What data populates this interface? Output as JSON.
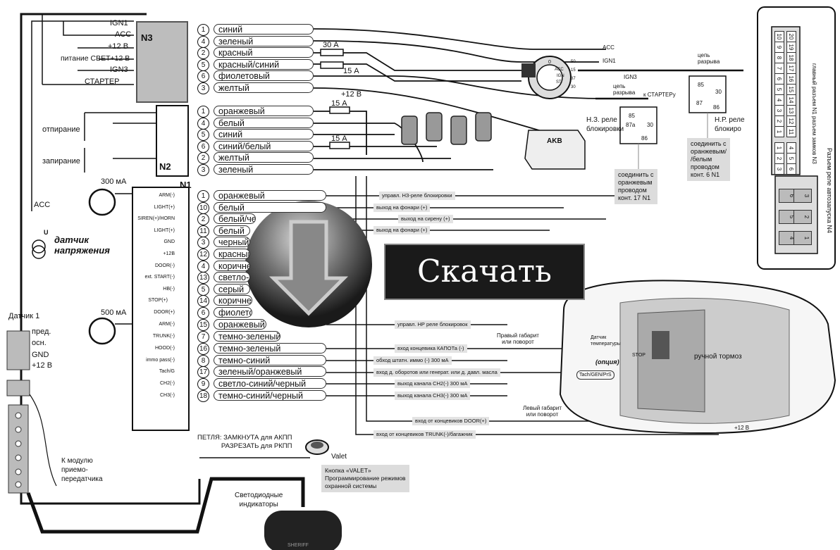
{
  "download_button": "Скачать",
  "n3": {
    "connector_label": "N3",
    "pins": [
      "IGN1",
      "ACC",
      "+12 В",
      "питание СВЕТ+12 В",
      "IGN3",
      "СТАРТЕР"
    ],
    "numbers": [
      "1",
      "4",
      "2",
      "5",
      "6",
      "3"
    ],
    "wires": [
      "синий",
      "зеленый",
      "красный",
      "красный/синий",
      "фиолетовый",
      "желтый"
    ],
    "fuses": [
      "30 А",
      "15 А"
    ]
  },
  "n2": {
    "connector_label": "N2",
    "numbers": [
      "1",
      "4",
      "5",
      "6",
      "2",
      "3"
    ],
    "wires": [
      "оранжевый",
      "белый",
      "синий",
      "синий/белый",
      "желтый",
      "зеленый"
    ],
    "fuses": [
      "15 А",
      "15 А"
    ],
    "plus12": "+12 В",
    "unlock": "отпирание",
    "lock": "запирание"
  },
  "n1": {
    "connector_label": "N1",
    "pins": [
      "ARM(-)",
      "LIGHT(+)",
      "SIREN(+)/HORN",
      "LIGHT(+)",
      "GND",
      "+12В",
      "DOOR(-)",
      "ext. START(-)",
      "HB(-)",
      "STOP(+)",
      "DOOR(+)",
      "ARM(-)",
      "TRUNK(-)",
      "HOOD(-)",
      "immo pass(-)",
      "Tach/G",
      "CH2(-)",
      "CH3(-)"
    ],
    "numbers": [
      "1",
      "10",
      "2",
      "11",
      "3",
      "12",
      "4",
      "13",
      "5",
      "14",
      "6",
      "15",
      "7",
      "16",
      "8",
      "17",
      "9",
      "18"
    ],
    "wires": [
      "оранжевый",
      "белый",
      "белый/черный",
      "белый",
      "черный",
      "красный",
      "коричневый",
      "светло-",
      "серый",
      "коричневый",
      "фиолетовый",
      "оранжевый",
      "темно-зеленый",
      "темно-зеленый",
      "темно-синий",
      "зеленый/оранжевый",
      "светло-синий/черный",
      "темно-синий/черный"
    ]
  },
  "outputs": [
    "управл. НЗ-реле блокировки",
    "выход на фонари (+)",
    "выход на сирену (+)",
    "выход на фонари (+)",
    "управл. НР реле блокировок",
    "вход концевика КАПОТа (-)",
    "обход штатн. иммо (-) 300 мА",
    "вход д. оборотов или генерат. или д. давл. масла",
    "выход канала CH2(-)  300 мА",
    "выход канала CH3(-)  300 мА",
    "вход от концевиков DOOR(+)",
    "вход от концевиков TRUNK(-)/багажник"
  ],
  "left": {
    "acc": "ACC",
    "ma300": "300 мА",
    "ma500": "500 мА",
    "voltage_sensor": "датчик\nнапряжения",
    "u": "U",
    "sensor1": "Датчик 1",
    "sensor_pins": [
      "пред.",
      "осн.",
      "GND",
      "+12 В"
    ],
    "module": "К модулю\nприемо-\nпередатчика"
  },
  "ignition": {
    "acc": "ACC",
    "ign1": "IGN1",
    "ign3": "IGN3",
    "s0": "0",
    "acc_pos": "ACC",
    "ign_pos": "IGN",
    "st": "ST",
    "p50": "50",
    "p15": "15",
    "p87": "87",
    "p30": "30"
  },
  "relays": {
    "break1": "цепь\nразрыва",
    "break2": "цепь\nразрыва",
    "to_starter": "к СТАРТЕРу",
    "nz": "Н.З. реле\nблокировки",
    "nr": "Н.Р. реле\nблокиро",
    "nz_pins": [
      "85",
      "87а",
      "30",
      "86"
    ],
    "nr_pins": [
      "85",
      "30",
      "87",
      "86"
    ],
    "note_nr": "соединить с\nоранжевым/\n/белым\nпроводом\nконт. 6 N1",
    "note_nz": "соединить с\nоранжевым\nпроводом\nконт. 17 N1"
  },
  "battery_label": "AKB",
  "unit": {
    "main_connector": "главный разъем N1",
    "lock_connector": "разъем замков N3",
    "relay_connector": "Разъем реле автозапуска N4",
    "top_numbers": [
      "20",
      "19",
      "18",
      "17",
      "16",
      "15",
      "14",
      "13",
      "12",
      "11"
    ],
    "bottom_numbers": [
      "10",
      "9",
      "8",
      "7",
      "6",
      "5",
      "4",
      "3",
      "2",
      "1"
    ],
    "n3_numbers": [
      "6",
      "5",
      "4",
      "3",
      "2",
      "1"
    ],
    "n4_numbers": [
      "6",
      "3",
      "5",
      "2",
      "4",
      "1"
    ]
  },
  "car": {
    "right_light": "Правый габарит\nили поворот",
    "left_light": "Левый габарит\nили поворот",
    "temp_sensor": "Датчик\nтемпературы",
    "option": "(опция)",
    "handbrake": "ручной тормоз",
    "stop": "STOP",
    "tach": "Tach/GEN/PrS",
    "plus12": "+12 В"
  },
  "bottom": {
    "loop": "ПЕТЛЯ: ЗАМКНУТА для АКПП\nРАЗРЕЗАТЬ для РКПП",
    "valet": "Valet",
    "valet_note": "Кнопка «VALET»\nПрограммирование режимов\nохранной системы",
    "leds": "Светодиодные\nиндикаторы",
    "remote_brand": "SHERIFF"
  }
}
